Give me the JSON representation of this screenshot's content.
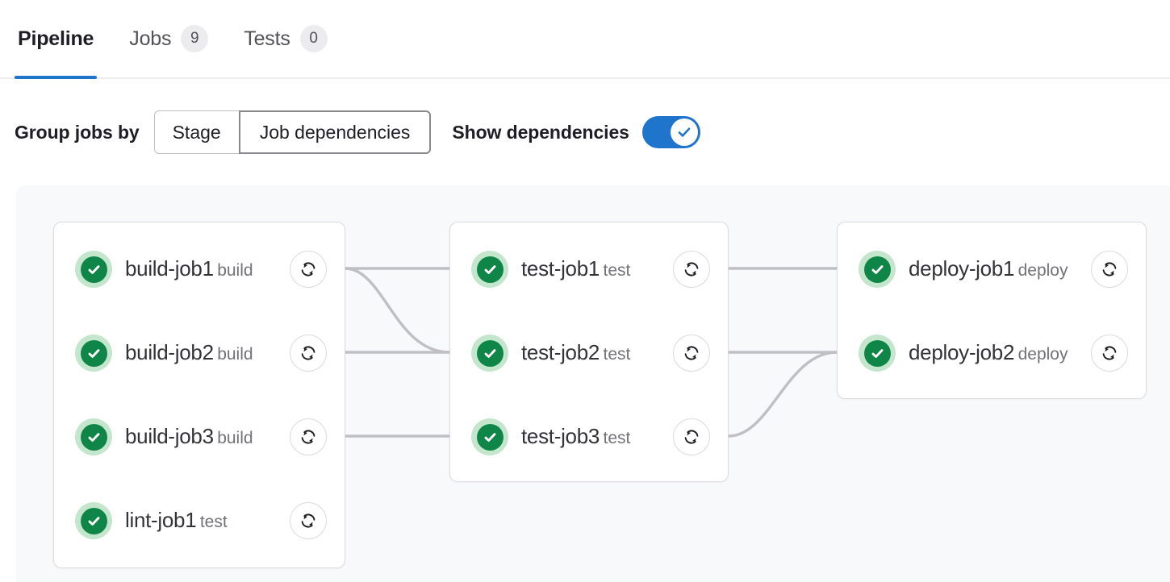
{
  "tabs": [
    {
      "label": "Pipeline",
      "badge": null,
      "active": true
    },
    {
      "label": "Jobs",
      "badge": "9",
      "active": false
    },
    {
      "label": "Tests",
      "badge": "0",
      "active": false
    }
  ],
  "controls": {
    "group_label": "Group jobs by",
    "segments": [
      {
        "label": "Stage",
        "selected": false
      },
      {
        "label": "Job dependencies",
        "selected": true
      }
    ],
    "show_dependencies_label": "Show dependencies",
    "toggle_on": true
  },
  "columns": [
    {
      "name": "build-column",
      "jobs": [
        {
          "name": "build-job1",
          "stage": "build",
          "status": "success",
          "retry": "retry-icon"
        },
        {
          "name": "build-job2",
          "stage": "build",
          "status": "success",
          "retry": "retry-icon"
        },
        {
          "name": "build-job3",
          "stage": "build",
          "status": "success",
          "retry": "retry-icon"
        },
        {
          "name": "lint-job1",
          "stage": "test",
          "status": "success",
          "retry": "retry-icon"
        }
      ]
    },
    {
      "name": "test-column",
      "jobs": [
        {
          "name": "test-job1",
          "stage": "test",
          "status": "success",
          "retry": "retry-icon"
        },
        {
          "name": "test-job2",
          "stage": "test",
          "status": "success",
          "retry": "retry-icon"
        },
        {
          "name": "test-job3",
          "stage": "test",
          "status": "success",
          "retry": "retry-icon"
        }
      ]
    },
    {
      "name": "deploy-column",
      "jobs": [
        {
          "name": "deploy-job1",
          "stage": "deploy",
          "status": "success",
          "retry": "retry-icon"
        },
        {
          "name": "deploy-job2",
          "stage": "deploy",
          "status": "success",
          "retry": "retry-icon"
        }
      ]
    }
  ],
  "colors": {
    "accent": "#1f75cb",
    "success": "#108548",
    "success_halo": "#c3e6cd",
    "link_line": "#bfbfc4",
    "canvas_bg": "#f8f9fb",
    "card_border": "#dcdcde",
    "muted_text": "#737278"
  }
}
